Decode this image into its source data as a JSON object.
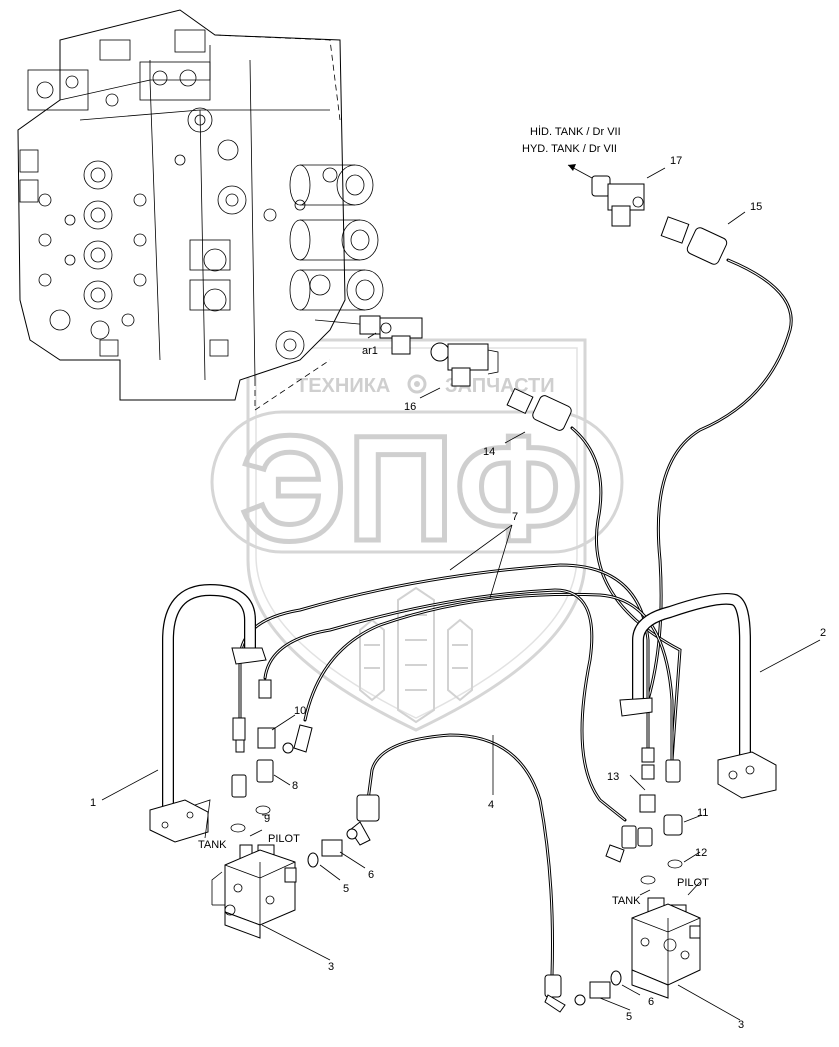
{
  "destination": {
    "line1": "HİD. TANK / Dr VII",
    "line2": "HYD. TANK / Dr VII"
  },
  "watermark": {
    "left_word": "ТЕХНИКА",
    "right_word": "ЗАПЧАСТИ",
    "big_letters": "ЭПФ",
    "logo_color": "#cfcfcf"
  },
  "port_tags": {
    "tank_left": "TANK",
    "pilot_left": "PILOT",
    "tank_right": "TANK",
    "pilot_right": "PILOT"
  },
  "callouts": {
    "c17": "17",
    "c15": "15",
    "c_ar1": "ar1",
    "c16": "16",
    "c14": "14",
    "c7": "7",
    "c2": "2",
    "c10": "10",
    "c8": "8",
    "c9": "9",
    "c1": "1",
    "c4": "4",
    "c6_left": "6",
    "c5_left": "5",
    "c3_left": "3",
    "c13": "13",
    "c11": "11",
    "c12": "12",
    "c6_right": "6",
    "c5_right": "5",
    "c3_right": "3"
  }
}
